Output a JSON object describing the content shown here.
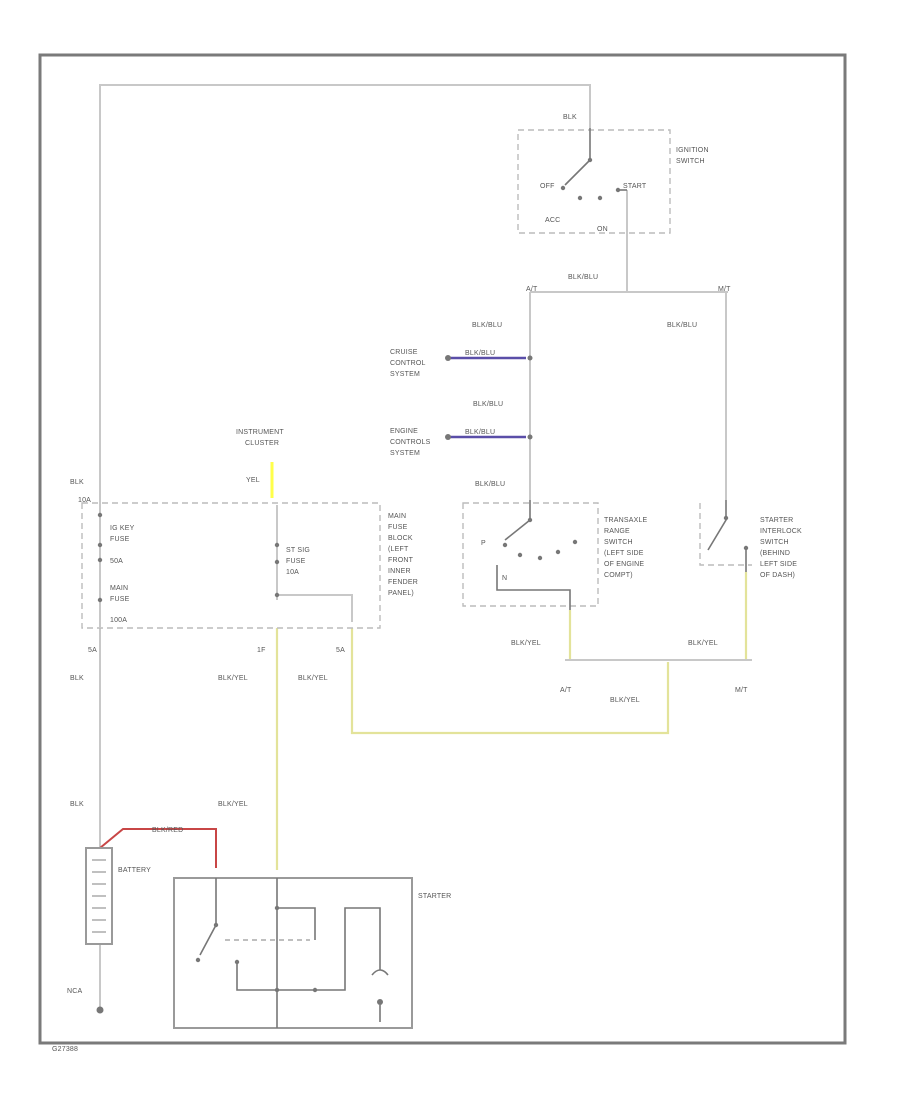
{
  "labels": {
    "blk_top": "BLK",
    "ign_switch_1": "IGNITION",
    "ign_switch_2": "SWITCH",
    "ign_off": "OFF",
    "ign_start": "START",
    "ign_acc": "ACC",
    "ign_on": "ON",
    "blk_blu_top": "BLK/BLU",
    "at_top": "A/T",
    "mt_top": "M/T",
    "blk_blu_left": "BLK/BLU",
    "blk_blu_right": "BLK/BLU",
    "cruise_1": "CRUISE",
    "cruise_2": "CONTROL",
    "cruise_3": "SYSTEM",
    "cruise_wire": "BLK/BLU",
    "blk_blu_mid": "BLK/BLU",
    "engine_1": "ENGINE",
    "engine_2": "CONTROLS",
    "engine_3": "SYSTEM",
    "engine_wire": "BLK/BLU",
    "instrument_1": "INSTRUMENT",
    "instrument_2": "CLUSTER",
    "yel": "YEL",
    "blk_left": "BLK",
    "fuse_pin_top": "10A",
    "fuse_key_1": "IG KEY",
    "fuse_key_2": "FUSE",
    "fuse_key_3": "50A",
    "fuse_main_1": "MAIN",
    "fuse_main_2": "FUSE",
    "fuse_main_3": "100A",
    "fuse_st_1": "ST SIG",
    "fuse_st_2": "FUSE",
    "fuse_st_3": "10A",
    "fuse_block_1": "MAIN",
    "fuse_block_2": "FUSE",
    "fuse_block_3": "BLOCK",
    "fuse_block_4": "(LEFT",
    "fuse_block_5": "FRONT",
    "fuse_block_6": "INNER",
    "fuse_block_7": "FENDER",
    "fuse_block_8": "PANEL)",
    "blk_blu_trans": "BLK/BLU",
    "trans_1": "TRANSAXLE",
    "trans_2": "RANGE",
    "trans_3": "SWITCH",
    "trans_4": "(LEFT SIDE",
    "trans_5": "OF ENGINE",
    "trans_6": "COMPT)",
    "trans_p": "P",
    "trans_n": "N",
    "interlock_1": "STARTER",
    "interlock_2": "INTERLOCK",
    "interlock_3": "SWITCH",
    "interlock_4": "(BEHIND",
    "interlock_5": "LEFT SIDE",
    "interlock_6": "OF DASH)",
    "blk_yel_trans": "BLK/YEL",
    "blk_yel_inter": "BLK/YEL",
    "pin_5a_left": "5A",
    "pin_1f": "1F",
    "pin_5a_right": "5A",
    "blk_mid": "BLK",
    "blk_yel_mid": "BLK/YEL",
    "blk_yel_right": "BLK/YEL",
    "at_bottom": "A/T",
    "mt_bottom": "M/T",
    "blk_yel_bottom": "BLK/YEL",
    "blk_low": "BLK",
    "blk_yel_low": "BLK/YEL",
    "blk_red": "BLK/RED",
    "battery": "BATTERY",
    "starter": "STARTER",
    "nca": "NCA",
    "footer": "G27388"
  },
  "colors": {
    "wire": "#c8c8c8",
    "wire_yellow": "#e3e39a",
    "wire_red": "#c84646",
    "wire_blue": "#5a4ea8",
    "yellow_bright": "#ffff4a",
    "frame": "#7a7a7a",
    "text": "#555555"
  }
}
